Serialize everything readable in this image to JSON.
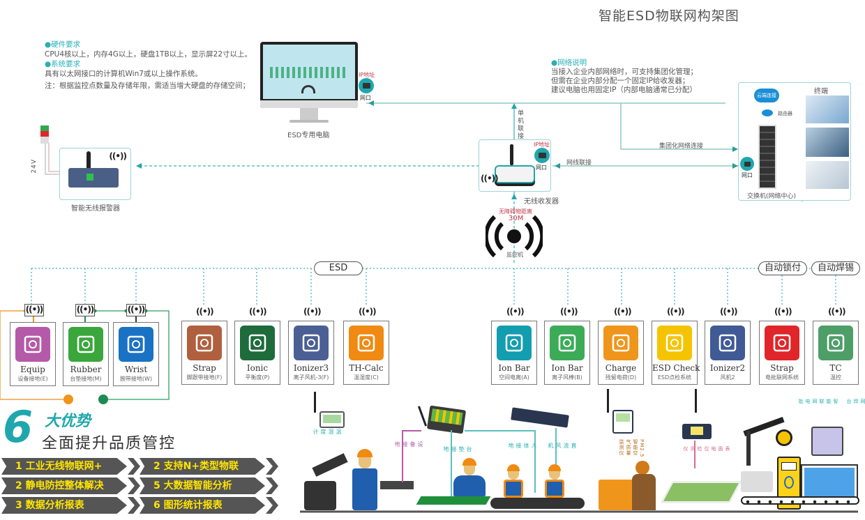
{
  "title": "智能ESD物联网构架图",
  "requirements": {
    "hardware_heading": "●硬件要求",
    "hardware_text": "CPU4核以上，内存4G以上，硬盘1TB以上，显示屏22寸以上。",
    "system_heading": "●系统要求",
    "system_text": "具有以太网接口的计算机Win7或以上操作系统。",
    "note": "注：根据监控点数量及存储年限，需适当增大硬盘的存储空间；"
  },
  "network_note": {
    "heading": "●网络说明",
    "lines": [
      "当接入企业内部网络时，可支持集团化管理；",
      "但需在企业内部分配一个固定IP给收发器；",
      "建议电脑也用固定IP（内部电脑通常已分配）"
    ]
  },
  "computer": {
    "caption": "ESD专用电脑",
    "ip_label": "IP地址",
    "port_label": "网口"
  },
  "alarm": {
    "caption": "智能无线报警器",
    "voltage": "24V"
  },
  "transceiver": {
    "caption": "无线收发器",
    "ip_label": "IP地址",
    "port_label": "网口",
    "single_link": "单机联接",
    "cable_link": "网线联接"
  },
  "switch_box": {
    "caption": "交换机(网络中心)",
    "terminal": "终端",
    "cloud": "云端连接",
    "router": "路由器",
    "port_label": "网口",
    "group_link": "集团化网络连接"
  },
  "monitor": {
    "distance_label": "无障碍物距离",
    "distance": "30M",
    "caption": "监控机"
  },
  "pills": {
    "esd": "ESD",
    "lock": "自动锁付",
    "solder": "自动焊锡"
  },
  "cards": [
    {
      "en": "Equip",
      "cn": "设备接地(E)",
      "color": "#b45aa8"
    },
    {
      "en": "Rubber",
      "cn": "台垫接地(M)",
      "color": "#3aa63c"
    },
    {
      "en": "Wrist",
      "cn": "腕带接地(W)",
      "color": "#1a72c4"
    },
    {
      "en": "Strap",
      "cn": "脚跟带接地(F)",
      "color": "#b0603e"
    },
    {
      "en": "Ionic",
      "cn": "平衡度(P)",
      "color": "#1e6b3c"
    },
    {
      "en": "Ionizer3",
      "cn": "离子风机-3(F)",
      "color": "#4a5f94"
    },
    {
      "en": "TH-Calc",
      "cn": "温湿度(C)",
      "color": "#f08a12"
    },
    {
      "en": "Ion Bar",
      "cn": "空间电离(A)",
      "color": "#139eb0"
    },
    {
      "en": "Ion Bar",
      "cn": "离子风棒(B)",
      "color": "#3cab58"
    },
    {
      "en": "Charge",
      "cn": "残留电荷(D)",
      "color": "#f0951b"
    },
    {
      "en": "ESD Check",
      "cn": "ESD点检系统",
      "color": "#f5c400"
    },
    {
      "en": "Ionizer2",
      "cn": "风机2",
      "color": "#3f5a95"
    },
    {
      "en": "Strap",
      "cn": "电批联网系统",
      "color": "#e0262a"
    },
    {
      "en": "TC",
      "cn": "温控",
      "color": "#4e9e67"
    }
  ],
  "wave_glyph": "((•))",
  "advantages": {
    "number": "6",
    "heading": "大优势",
    "subheading": "全面提升品质管控",
    "items": [
      "1 工业无线物联网+",
      "2 支持N+类型物联",
      "2 静电防控整体解决",
      "5 大数据智能分析",
      "3 数据分析报表",
      "6 图形统计报表"
    ]
  },
  "scene_labels": {
    "th_meter": "温湿度计",
    "equip_ground": "设备接地",
    "mat_ground": "台垫接地",
    "body_ground": "人体接地",
    "dc_fan": "直流风机",
    "pm_meter": "PM2.5智能空气质量监测仪",
    "surface_meter": "表面电位检测仪",
    "smart_driver": "智能联网电批",
    "smart_solder": "智能联网焊台"
  },
  "colors": {
    "teal": "#2ab0b5",
    "line": "#5cbfbf",
    "dark": "#555555",
    "yellow": "#ffe500"
  }
}
